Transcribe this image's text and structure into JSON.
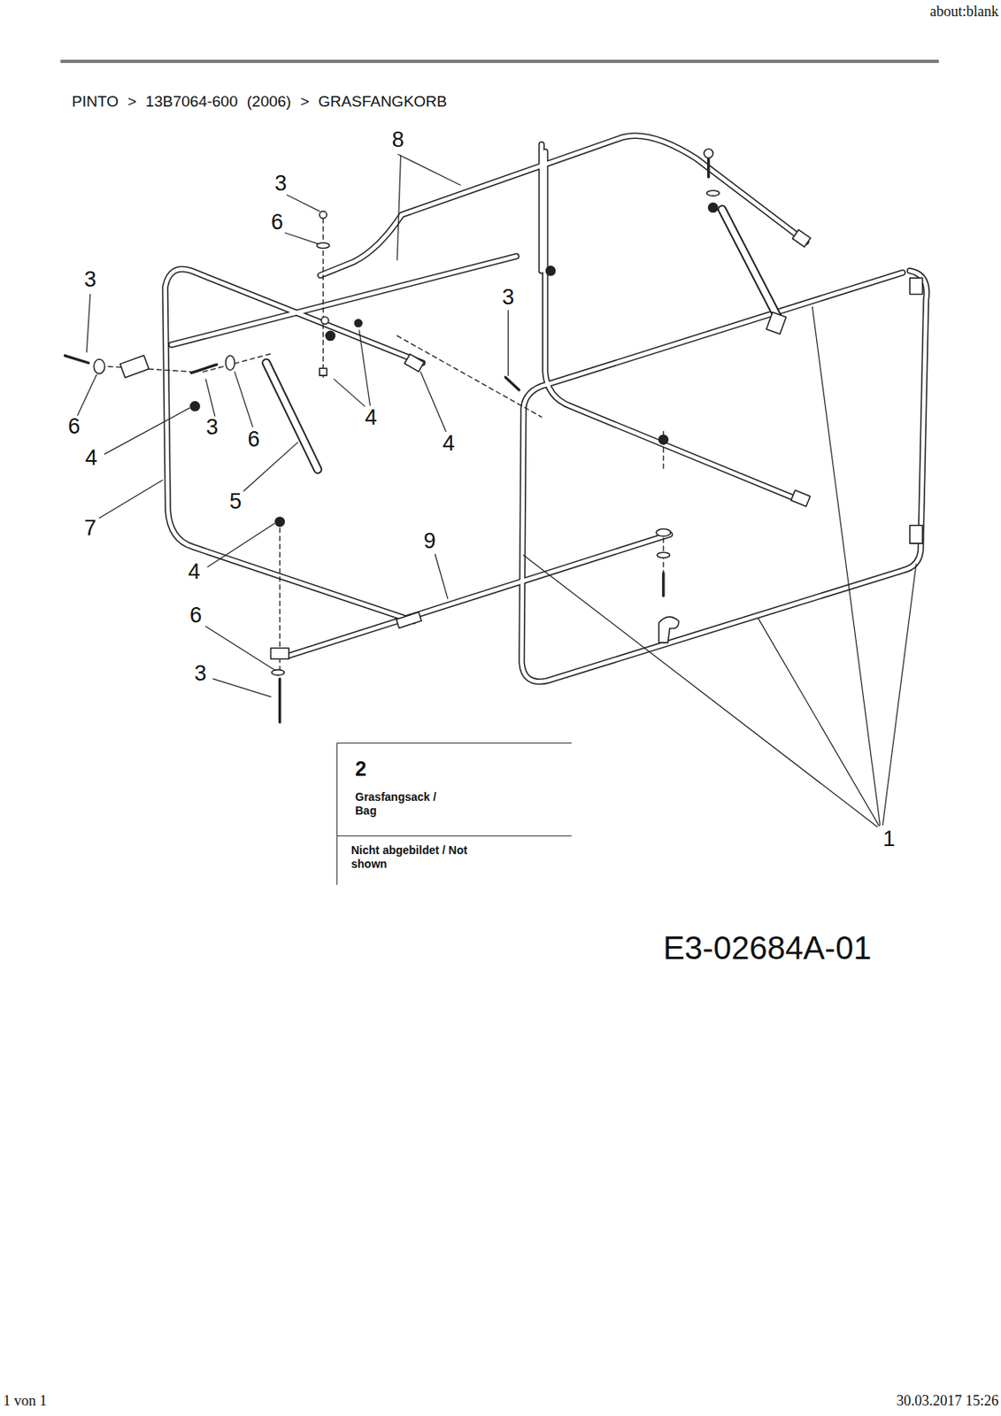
{
  "diagram": {
    "title": "PINTO > 13B7064-600 (2006) > GRASFANGKORB",
    "nodes": [
      {
        "text": [
          "2",
          "Grasfangsack / Bag",
          "Nicht abgebildet / Not shown"
        ]
      }
    ],
    "labels": [
      "about:blank",
      "8",
      "3",
      "6",
      "3",
      "3",
      "6",
      "4",
      "3",
      "6",
      "4",
      "4",
      "5",
      "7",
      "9",
      "4",
      "6",
      "3",
      "1",
      "E3-02684A-01",
      "1 von 1",
      "30.03.2017 15:26"
    ]
  }
}
